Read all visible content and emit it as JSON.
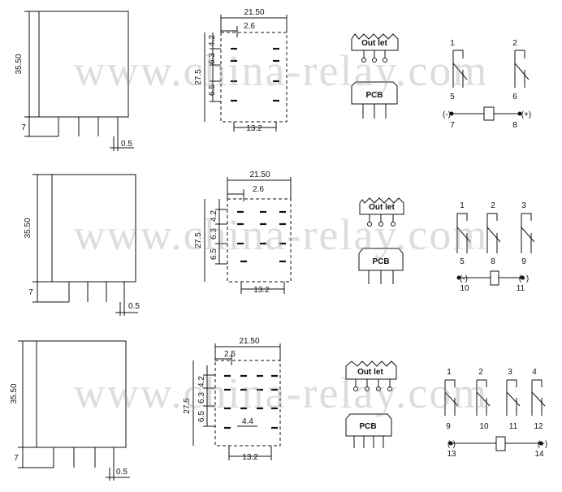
{
  "watermark": "www.china-relay.com",
  "colors": {
    "ink": "#111111",
    "watermark": "#9a9a9a",
    "background": "#ffffff"
  },
  "rows": [
    {
      "side_dims": {
        "height": "35.50",
        "pin": "7",
        "pitch": "0.5"
      },
      "footprint": {
        "width": "21.50",
        "offset": "2.6",
        "rows": [
          "4.2",
          "6.3",
          "6.5"
        ],
        "height": "27.5",
        "bottom": "13.2"
      },
      "mount": {
        "top": "Out let",
        "bottom": "PCB"
      },
      "schematic": {
        "top_numbers": [
          "1",
          "2"
        ],
        "contact_numbers": [
          "5",
          "6"
        ],
        "coil": [
          "(-)",
          "7",
          "8",
          "(+)"
        ]
      }
    },
    {
      "side_dims": {
        "height": "35.50",
        "pin": "7",
        "pitch": "0.5"
      },
      "footprint": {
        "width": "21.50",
        "offset": "2.6",
        "rows": [
          "4.2",
          "6.3",
          "6.5"
        ],
        "height": "27.5",
        "bottom": "13.2"
      },
      "mount": {
        "top": "Out let",
        "bottom": "PCB"
      },
      "schematic": {
        "top_numbers": [
          "1",
          "2",
          "3"
        ],
        "contact_numbers": [
          "5",
          "8",
          "9"
        ],
        "coil": [
          "(-)",
          "10",
          "11",
          "(+)"
        ]
      }
    },
    {
      "side_dims": {
        "height": "35.50",
        "pin": "7",
        "pitch": "0.5"
      },
      "footprint": {
        "width": "21.50",
        "offset": "2.5",
        "rows": [
          "4.2",
          "6.3",
          "6.5"
        ],
        "height": "27.5",
        "bottom": "13.2",
        "inner": "4.4"
      },
      "mount": {
        "top": "Out let",
        "bottom": "PCB"
      },
      "schematic": {
        "top_numbers": [
          "1",
          "2",
          "3",
          "4"
        ],
        "contact_numbers": [
          "9",
          "10",
          "11",
          "12"
        ],
        "coil": [
          "(-)",
          "13",
          "14",
          "(+)"
        ]
      }
    }
  ]
}
